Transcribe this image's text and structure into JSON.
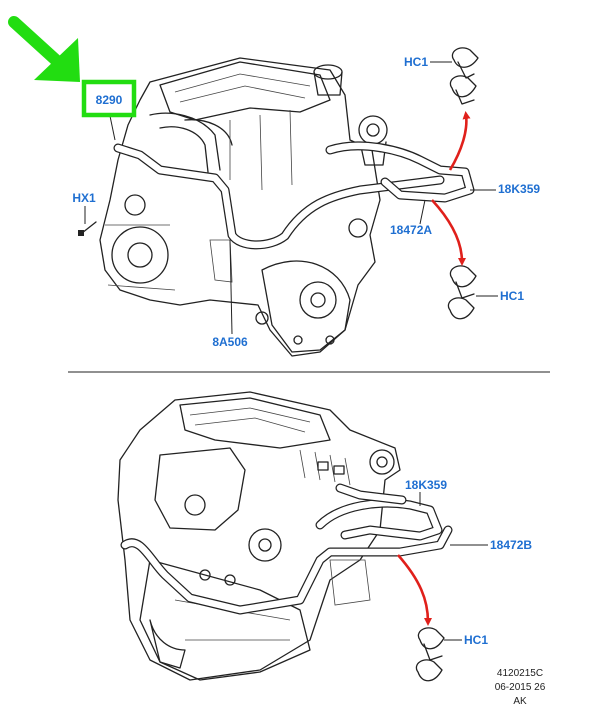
{
  "labels": {
    "part_8290": "8290",
    "hx1": "HX1",
    "hc1_top": "HC1",
    "hc1_mid": "HC1",
    "hc1_bottom": "HC1",
    "part_18k359_top": "18K359",
    "part_18472a": "18472A",
    "part_8a506": "8A506",
    "part_18k359_bottom": "18K359",
    "part_18472b": "18472B"
  },
  "footer": {
    "ref": "4120215C",
    "date": "06-2015 26",
    "code": "AK"
  },
  "colors": {
    "highlight_green": "#22dd11",
    "arrow_red": "#e0201b",
    "label_blue": "#1f6fd1"
  }
}
